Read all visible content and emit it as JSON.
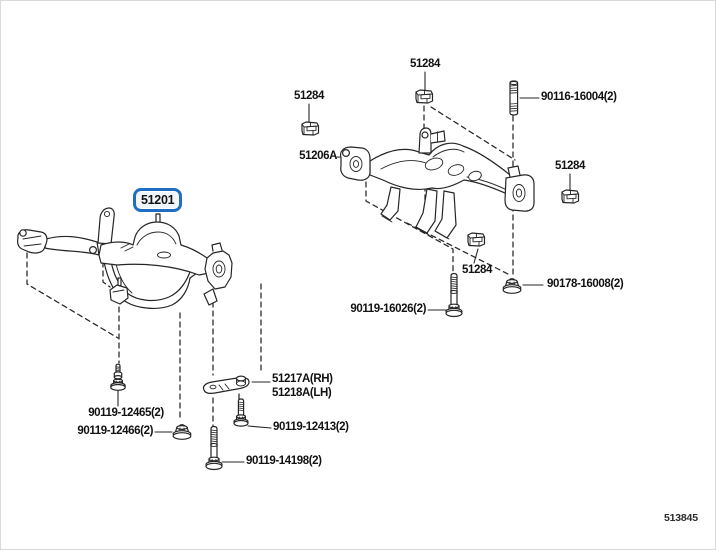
{
  "figure": {
    "code": "513845",
    "selected_part": "51201",
    "highlight_border_color": "#1e6fc4",
    "highlight_fill_color": "#f0f6fd",
    "line_color": "#262626",
    "background_color": "#ffffff"
  },
  "callouts": {
    "clip_top": {
      "text": "51284"
    },
    "clip_left": {
      "text": "51284"
    },
    "member_rear": {
      "text": "51206A"
    },
    "stud_rear": {
      "text": "90116-16004(2)"
    },
    "clip_right": {
      "text": "51284"
    },
    "clip_bottom": {
      "text": "51284"
    },
    "nut_rear": {
      "text": "90178-16008(2)"
    },
    "bolt_rear": {
      "text": "90119-16026(2)"
    },
    "member_front": {
      "text": "51201"
    },
    "bolt_front_small": {
      "text": "90119-12465(2)"
    },
    "nut_front": {
      "text": "90119-12466(2)"
    },
    "stay_rh": {
      "text": "51217A(RH)"
    },
    "stay_lh": {
      "text": "51218A(LH)"
    },
    "bolt_stay": {
      "text": "90119-12413(2)"
    },
    "bolt_front_long": {
      "text": "90119-14198(2)"
    }
  }
}
